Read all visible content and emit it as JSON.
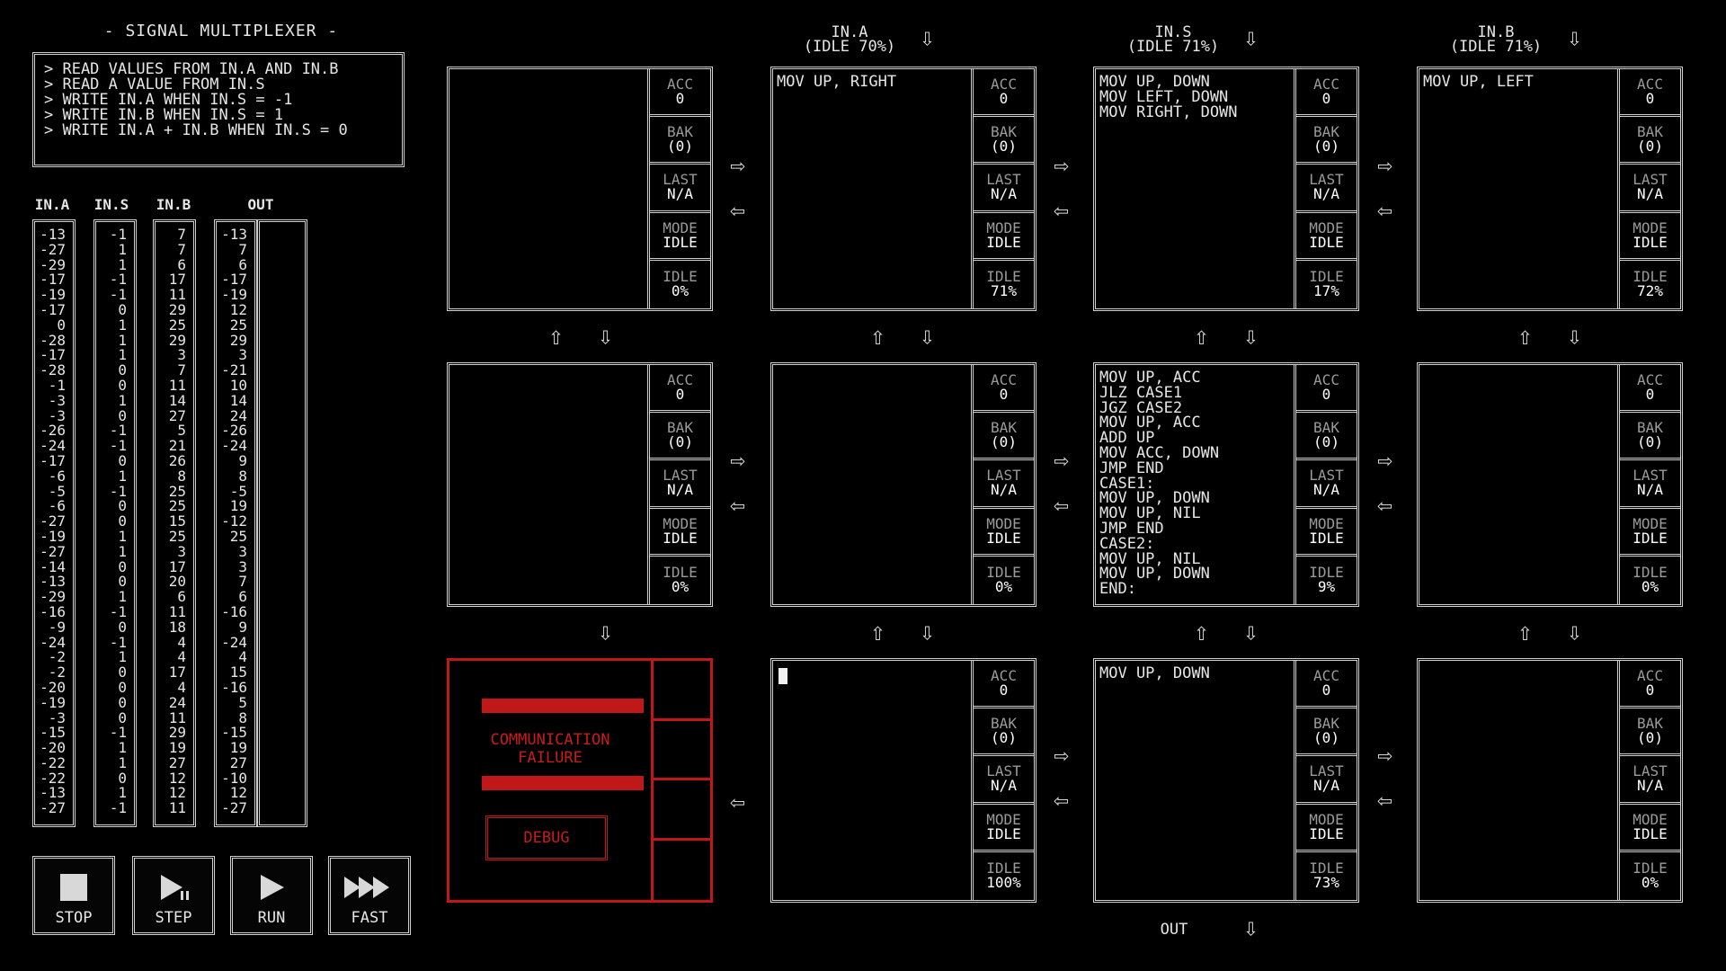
{
  "title": "- SIGNAL MULTIPLEXER -",
  "description": "> READ VALUES FROM IN.A AND IN.B\n> READ A VALUE FROM IN.S\n> WRITE IN.A WHEN IN.S = -1\n> WRITE IN.B WHEN IN.S = 1\n> WRITE IN.A + IN.B WHEN IN.S = 0",
  "streams": {
    "labels": [
      "IN.A",
      "IN.S",
      "IN.B",
      "OUT"
    ],
    "in_a": "-13\n-27\n-29\n-17\n-19\n-17\n0\n-28\n-17\n-28\n-1\n-3\n-3\n-26\n-24\n-17\n-6\n-5\n-6\n-27\n-19\n-27\n-14\n-13\n-29\n-16\n-9\n-24\n-2\n-2\n-20\n-19\n-3\n-15\n-20\n-22\n-22\n-13\n-27",
    "in_s": "-1\n1\n1\n-1\n-1\n0\n1\n1\n1\n0\n0\n1\n0\n-1\n-1\n0\n1\n-1\n0\n0\n1\n1\n0\n0\n1\n-1\n0\n-1\n1\n0\n0\n0\n0\n-1\n1\n1\n0\n1\n-1",
    "in_b": "7\n7\n6\n17\n11\n29\n25\n29\n3\n7\n11\n14\n27\n5\n21\n26\n8\n25\n25\n15\n25\n3\n17\n20\n6\n11\n18\n4\n4\n17\n4\n24\n11\n29\n19\n27\n12\n12\n11",
    "out": "-13\n7\n6\n-17\n-19\n12\n25\n29\n3\n-21\n10\n14\n24\n-26\n-24\n9\n8\n-5\n19\n-12\n25\n3\n3\n7\n6\n-16\n9\n-24\n4\n15\n-16\n5\n8\n-15\n19\n27\n-10\n12\n-27"
  },
  "controls": [
    "STOP",
    "STEP",
    "RUN",
    "FAST"
  ],
  "inputs": {
    "a": {
      "name": "IN.A",
      "status": "(IDLE 70%)"
    },
    "s": {
      "name": "IN.S",
      "status": "(IDLE 71%)"
    },
    "b": {
      "name": "IN.B",
      "status": "(IDLE 71%)"
    }
  },
  "output_label": "OUT",
  "reg_keys": {
    "acc": "ACC",
    "bak": "BAK",
    "last": "LAST",
    "mode": "MODE",
    "idle": "IDLE"
  },
  "nodes": [
    {
      "code": "",
      "acc": "0",
      "bak": "(0)",
      "last": "N/A",
      "mode": "IDLE",
      "idle": "0%"
    },
    {
      "code": "MOV UP, RIGHT",
      "acc": "0",
      "bak": "(0)",
      "last": "N/A",
      "mode": "IDLE",
      "idle": "71%"
    },
    {
      "code": "MOV UP, DOWN\nMOV LEFT, DOWN\nMOV RIGHT, DOWN",
      "acc": "0",
      "bak": "(0)",
      "last": "N/A",
      "mode": "IDLE",
      "idle": "17%"
    },
    {
      "code": "MOV UP, LEFT",
      "acc": "0",
      "bak": "(0)",
      "last": "N/A",
      "mode": "IDLE",
      "idle": "72%"
    },
    {
      "code": "",
      "acc": "0",
      "bak": "(0)",
      "last": "N/A",
      "mode": "IDLE",
      "idle": "0%"
    },
    {
      "code": "",
      "acc": "0",
      "bak": "(0)",
      "last": "N/A",
      "mode": "IDLE",
      "idle": "0%"
    },
    {
      "code": "MOV UP, ACC\nJLZ CASE1\nJGZ CASE2\nMOV UP, ACC\nADD UP\nMOV ACC, DOWN\nJMP END\nCASE1:\nMOV UP, DOWN\nMOV UP, NIL\nJMP END\nCASE2:\nMOV UP, NIL\nMOV UP, DOWN\nEND:",
      "acc": "0",
      "bak": "(0)",
      "last": "N/A",
      "mode": "IDLE",
      "idle": "9%"
    },
    {
      "code": "",
      "acc": "0",
      "bak": "(0)",
      "last": "N/A",
      "mode": "IDLE",
      "idle": "0%"
    },
    {
      "code": "",
      "acc": "0",
      "bak": "(0)",
      "last": "N/A",
      "mode": "IDLE",
      "idle": "100%"
    },
    {
      "code": "MOV UP, DOWN",
      "acc": "0",
      "bak": "(0)",
      "last": "N/A",
      "mode": "IDLE",
      "idle": "73%"
    },
    {
      "code": "",
      "acc": "0",
      "bak": "(0)",
      "last": "N/A",
      "mode": "IDLE",
      "idle": "0%"
    }
  ],
  "failure": {
    "message": "COMMUNICATION\nFAILURE",
    "debug": "DEBUG"
  },
  "colors": {
    "background": "#000000",
    "border": "#cfcfcf",
    "failure_red": "#c01818"
  },
  "icons": [
    "stop-icon",
    "step-icon",
    "run-icon",
    "fast-icon",
    "arrow-up-icon",
    "arrow-down-icon",
    "arrow-left-icon",
    "arrow-right-icon"
  ]
}
